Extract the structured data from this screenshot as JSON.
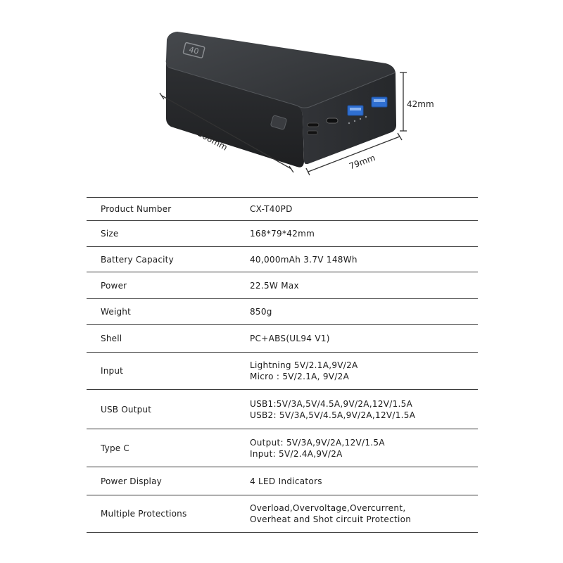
{
  "product": {
    "dimensions": {
      "length": "168mm",
      "width": "79mm",
      "height": "42mm"
    },
    "logo_mark": "40"
  },
  "spec_table": {
    "rows": [
      {
        "label": "Product Number",
        "lines": [
          "CX-T40PD"
        ]
      },
      {
        "label": "Size",
        "lines": [
          "168*79*42mm"
        ]
      },
      {
        "label": "Battery Capacity",
        "lines": [
          "40,000mAh 3.7V 148Wh"
        ]
      },
      {
        "label": "Power",
        "lines": [
          "22.5W Max"
        ]
      },
      {
        "label": "Weight",
        "lines": [
          "850g"
        ]
      },
      {
        "label": "Shell",
        "lines": [
          "PC+ABS(UL94 V1)"
        ]
      },
      {
        "label": "Input",
        "lines": [
          "Lightning 5V/2.1A,9V/2A",
          "Micro :  5V/2.1A, 9V/2A"
        ]
      },
      {
        "label": "USB Output",
        "lines": [
          "USB1:5V/3A,5V/4.5A,9V/2A,12V/1.5A",
          "USB2: 5V/3A,5V/4.5A,9V/2A,12V/1.5A"
        ]
      },
      {
        "label": "Type C",
        "lines": [
          "Output: 5V/3A,9V/2A,12V/1.5A",
          "Input: 5V/2.4A,9V/2A"
        ]
      },
      {
        "label": "Power Display",
        "lines": [
          "4 LED Indicators"
        ]
      },
      {
        "label": "Multiple Protections",
        "lines": [
          "Overload,Overvoltage,Overcurrent,",
          "Overheat and Shot circuit Protection"
        ]
      }
    ]
  },
  "colors": {
    "device_body": "#2b2d30",
    "device_top": "#3a3d41",
    "usb_blue": "#2f6fd1",
    "rule": "#3a3a3a"
  }
}
